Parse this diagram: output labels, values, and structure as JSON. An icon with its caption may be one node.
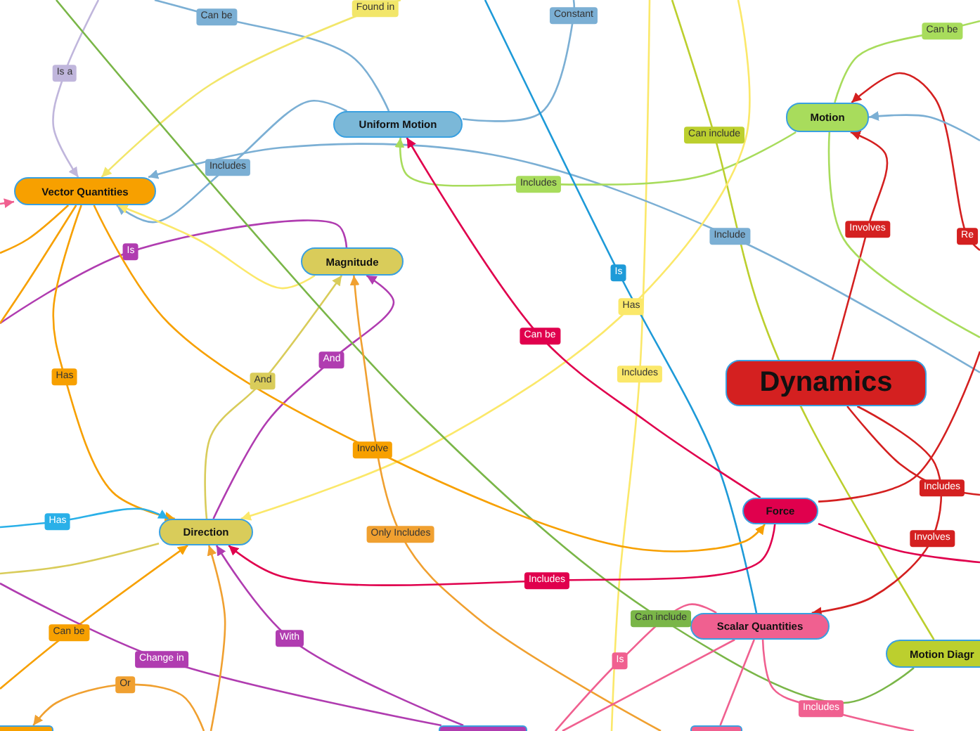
{
  "diagram": {
    "nodes": [
      {
        "text": [
          "Dynamics"
        ]
      },
      {
        "text": [
          "Motion"
        ]
      },
      {
        "text": [
          "Uniform Motion"
        ]
      },
      {
        "text": [
          "Vector Quantities"
        ]
      },
      {
        "text": [
          "Magnitude"
        ]
      },
      {
        "text": [
          "Direction"
        ]
      },
      {
        "text": [
          "Force"
        ]
      },
      {
        "text": [
          "Scalar Quantities"
        ]
      },
      {
        "text": [
          "Motion Diagr"
        ]
      },
      {
        "text": [],
        "shape": "box"
      },
      {
        "text": [],
        "shape": "box"
      },
      {
        "text": [],
        "shape": "box"
      }
    ],
    "edges": [
      {
        "from": 2,
        "to": null,
        "arrow": "none",
        "label": "Can be",
        "color": "#7bafd4"
      },
      {
        "from": null,
        "to": 3,
        "arrow": "to",
        "label": "Found in",
        "color": "#f2e66a"
      },
      {
        "from": null,
        "to": 3,
        "arrow": "to",
        "label": "Is a",
        "color": "#c0b6dc"
      },
      {
        "from": 2,
        "to": null,
        "arrow": "none",
        "label": "Constant",
        "color": "#7bafd4"
      },
      {
        "from": 2,
        "to": 3,
        "arrow": "to",
        "label": "Includes",
        "color": "#7bafd4"
      },
      {
        "from": null,
        "to": 3,
        "arrow": "to",
        "label": "Include",
        "color": "#7bafd4"
      },
      {
        "from": 1,
        "to": 2,
        "arrow": "to",
        "label": "Includes",
        "color": "#a8dc5c"
      },
      {
        "from": null,
        "to": 8,
        "arrow": "none",
        "label": "Can include",
        "color": "#bccf2e"
      },
      {
        "from": 1,
        "to": null,
        "arrow": "none",
        "label": "Can be",
        "color": "#a8dc5c"
      },
      {
        "from": null,
        "to": 1,
        "arrow": "to",
        "label": "Re",
        "color": "#d42020"
      },
      {
        "from": null,
        "to": 1,
        "arrow": "to",
        "color": "#7bafd4"
      },
      {
        "from": 0,
        "to": 1,
        "arrow": "to",
        "label": "Involves",
        "color": "#d42020"
      },
      {
        "from": 1,
        "to": null,
        "arrow": "none",
        "color": "#a8dc5c"
      },
      {
        "from": null,
        "to": 7,
        "arrow": "none",
        "label": "Is",
        "color": "#1e9ad8"
      },
      {
        "from": null,
        "to": 5,
        "arrow": "to",
        "label": "Has",
        "color": "#fbe86a"
      },
      {
        "from": 6,
        "to": 2,
        "arrow": "to",
        "label": "Can be",
        "color": "#e0004d"
      },
      {
        "from": 4,
        "to": null,
        "arrow": "none",
        "label": "Is",
        "color": "#b03cb0"
      },
      {
        "from": 4,
        "to": 3,
        "arrow": "to",
        "color": "#fbe86a"
      },
      {
        "from": 5,
        "to": 4,
        "arrow": "to",
        "label": "And",
        "color": "#d9cc5a"
      },
      {
        "from": 5,
        "to": 4,
        "arrow": "to",
        "label": "And",
        "color": "#b03cb0"
      },
      {
        "from": null,
        "to": 8,
        "arrow": "none",
        "label": "Can include",
        "color": "#7ab648"
      },
      {
        "from": 3,
        "to": 6,
        "arrow": "to",
        "label": "Involve",
        "color": "#f7a000"
      },
      {
        "from": null,
        "to": 4,
        "arrow": "to",
        "label": "Only Includes",
        "color": "#f0a030"
      },
      {
        "from": 3,
        "to": 5,
        "arrow": "to",
        "label": "Has",
        "color": "#f7a000"
      },
      {
        "from": null,
        "to": 5,
        "arrow": "to",
        "label": "Has",
        "color": "#2ab0e8"
      },
      {
        "from": 5,
        "to": null,
        "arrow": "none",
        "color": "#d9cc5a"
      },
      {
        "from": 6,
        "to": 5,
        "arrow": "to",
        "label": "Includes",
        "color": "#e0004d"
      },
      {
        "from": null,
        "to": 5,
        "arrow": "to",
        "label": "Can be",
        "color": "#f7a000"
      },
      {
        "from": null,
        "to": 10,
        "arrow": "none",
        "label": "Change in",
        "color": "#b03cb0"
      },
      {
        "from": 10,
        "to": 5,
        "arrow": "to",
        "label": "With",
        "color": "#b03cb0"
      },
      {
        "from": null,
        "to": 9,
        "arrow": "to",
        "label": "Or",
        "color": "#f0a030"
      },
      {
        "from": null,
        "to": 5,
        "arrow": "to",
        "color": "#f0a030"
      },
      {
        "from": 7,
        "to": null,
        "arrow": "none",
        "label": "Is",
        "color": "#f06090"
      },
      {
        "from": 7,
        "to": 11,
        "arrow": "none",
        "color": "#f06090"
      },
      {
        "from": 7,
        "to": null,
        "arrow": "none",
        "color": "#f06090"
      },
      {
        "from": 7,
        "to": null,
        "arrow": "none",
        "label": "Includes",
        "color": "#f06090"
      },
      {
        "from": 0,
        "to": null,
        "arrow": "none",
        "label": "Includes",
        "color": "#d42020"
      },
      {
        "from": 0,
        "to": 7,
        "arrow": "to",
        "label": "Involves",
        "color": "#d42020"
      },
      {
        "from": 6,
        "to": null,
        "arrow": "none",
        "color": "#d42020"
      },
      {
        "from": 6,
        "to": null,
        "arrow": "none",
        "color": "#e0004d"
      },
      {
        "from": null,
        "to": 3,
        "arrow": "to",
        "color": "#f06090"
      },
      {
        "from": 3,
        "to": null,
        "arrow": "none",
        "color": "#f7a000"
      },
      {
        "from": 3,
        "to": null,
        "arrow": "none",
        "color": "#f7a000"
      }
    ],
    "labels": [
      "Includes"
    ]
  }
}
